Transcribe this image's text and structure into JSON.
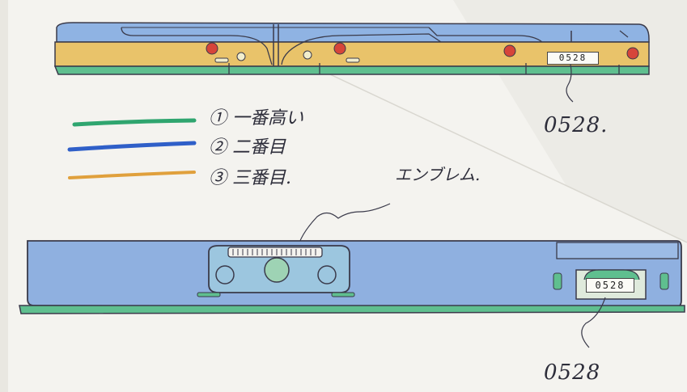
{
  "legend": [
    {
      "number": "①",
      "text": "一番高い",
      "color": "#2fa56f"
    },
    {
      "number": "②",
      "text": "二番目",
      "color": "#2f5fc8"
    },
    {
      "number": "③",
      "text": "三番目.",
      "color": "#e0a03c"
    }
  ],
  "annotations": {
    "emblem": "エンブレム.",
    "plate_top_callout": "0528.",
    "plate_bottom_callout": "0528"
  },
  "plates": {
    "top": "0528",
    "bottom": "0528"
  },
  "colors": {
    "window_blue": "#8fb3e3",
    "body_yellow": "#e9c36a",
    "skirt_green": "#5fbf8f",
    "lamp_red": "#d6453a",
    "bumper_blue": "#8fb0e0"
  }
}
